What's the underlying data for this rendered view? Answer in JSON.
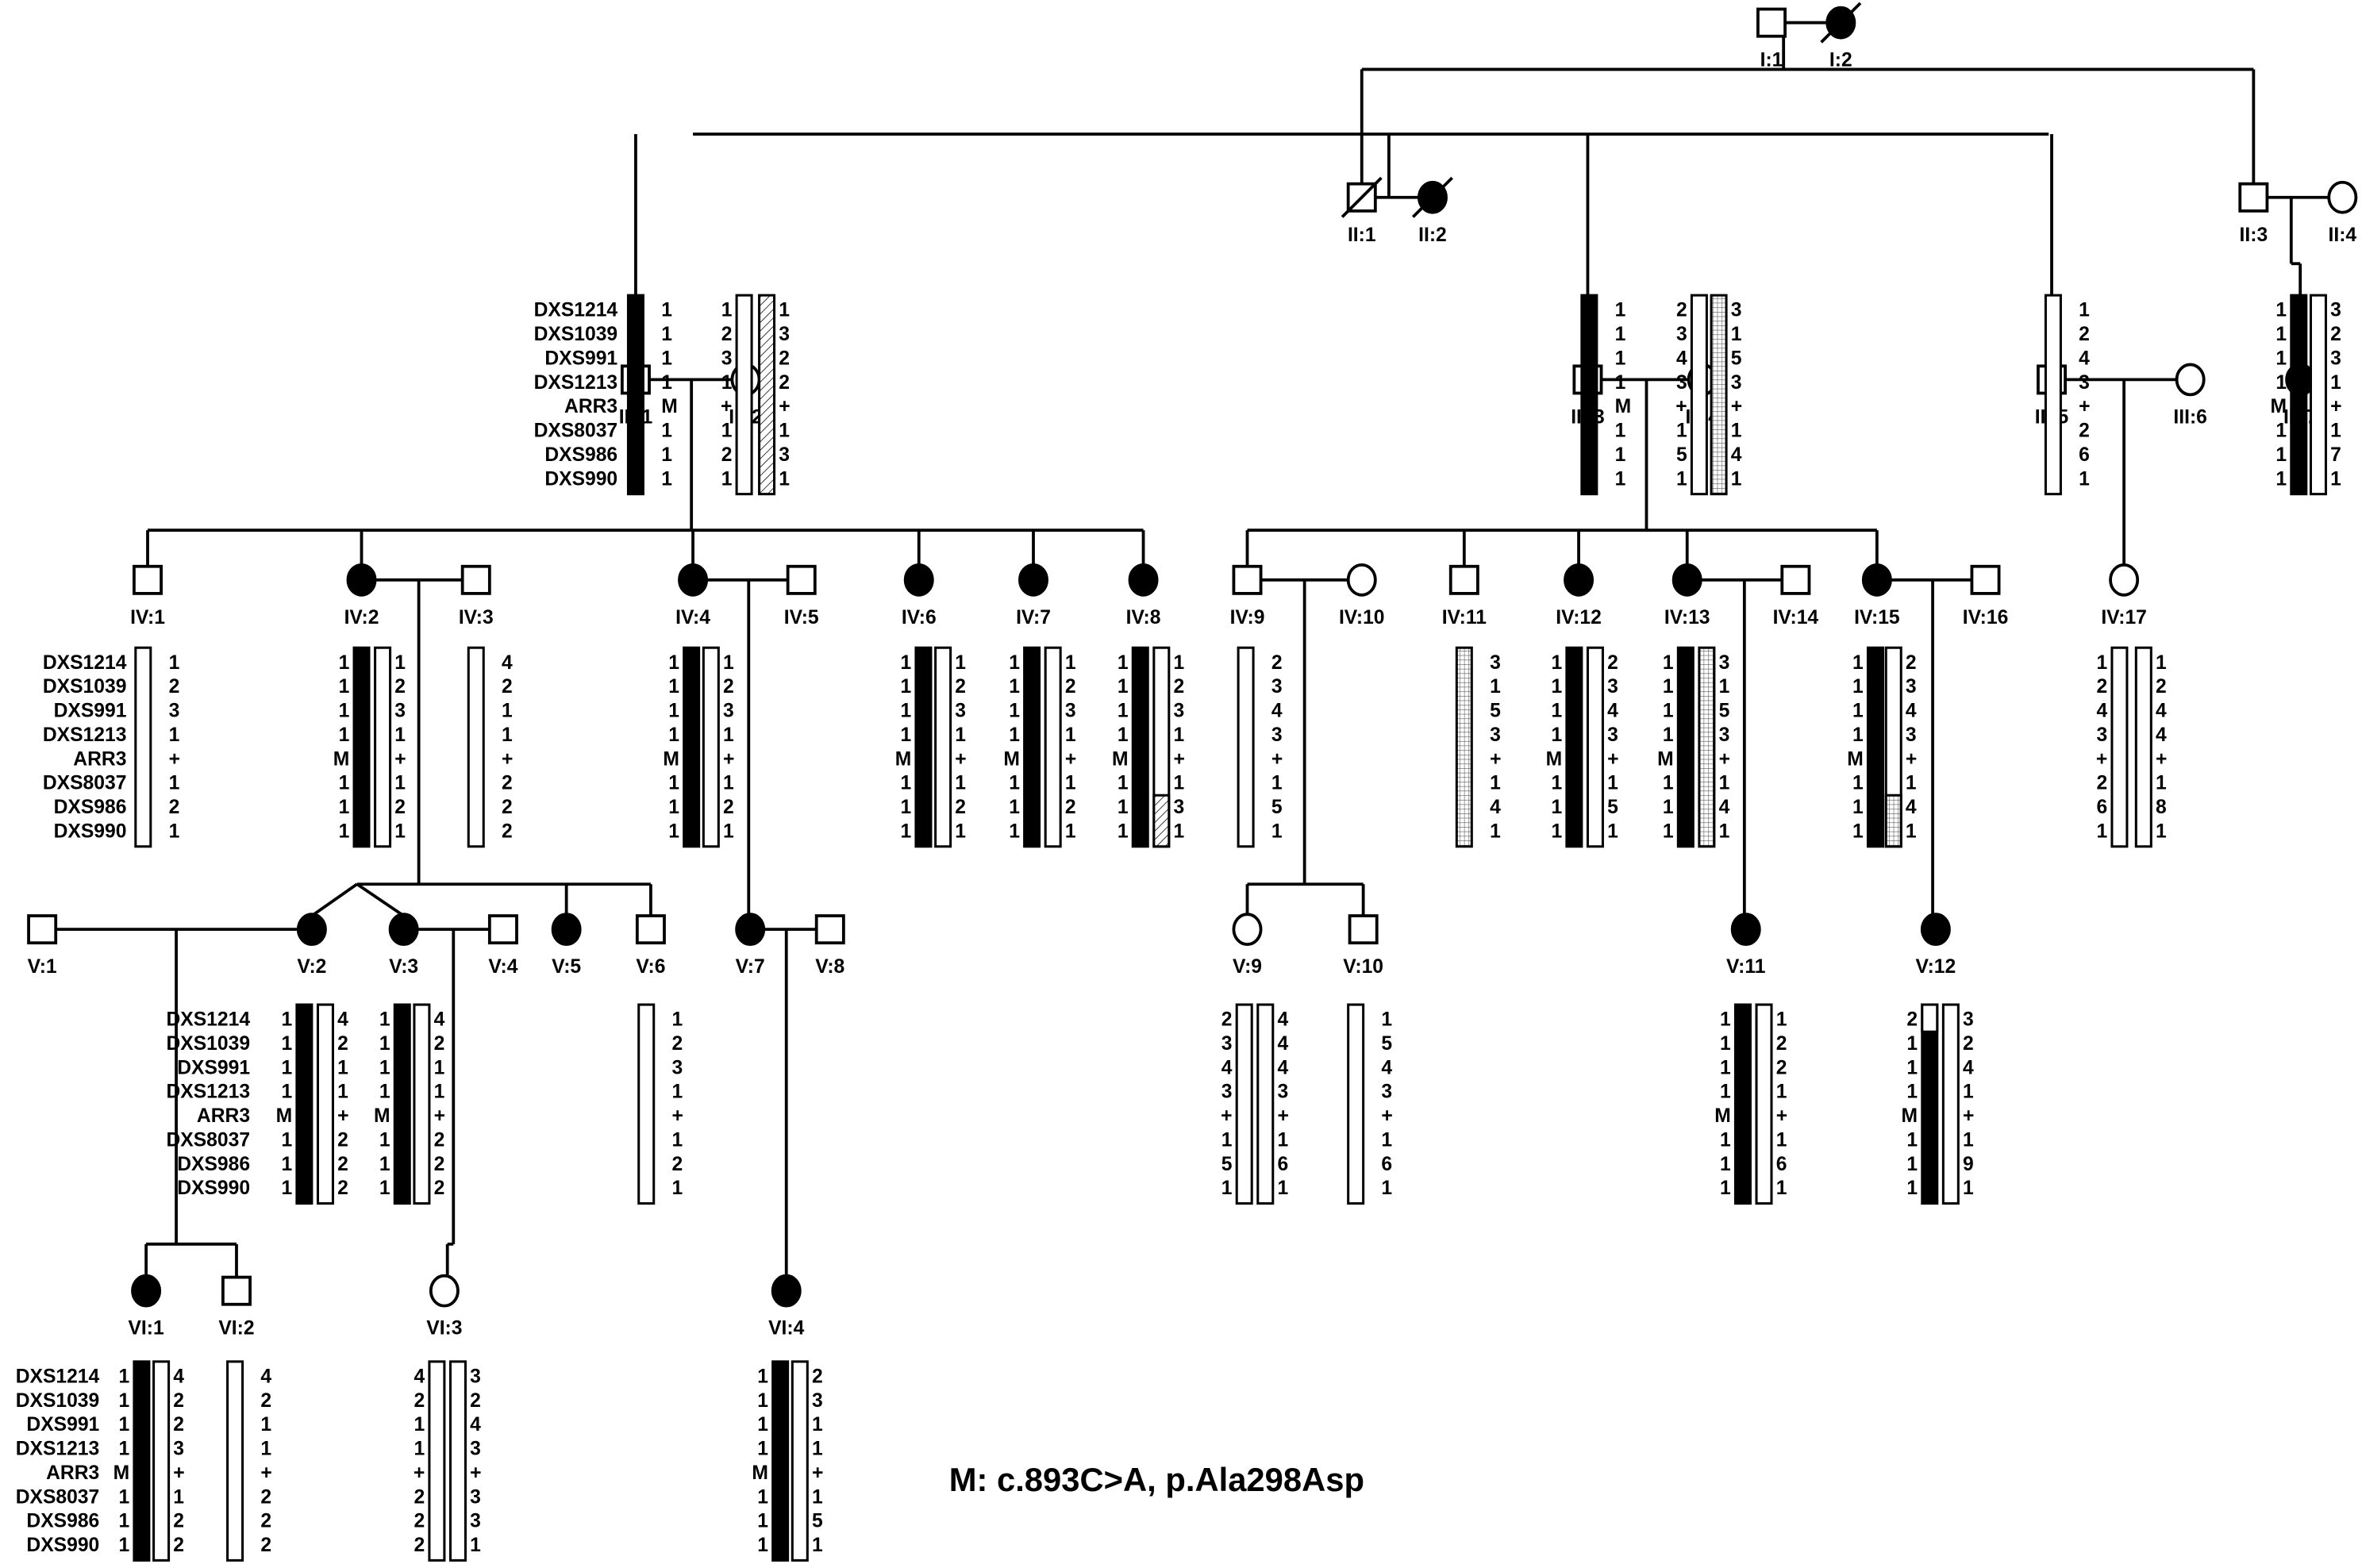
{
  "legend": "M: c.893C>A, p.Ala298Asp",
  "markers": [
    "DXS1214",
    "DXS1039",
    "DXS991",
    "DXS1213",
    "ARR3",
    "DXS8037",
    "DXS986",
    "DXS990"
  ],
  "colors": {
    "affected": "#000000",
    "unaffected": "#ffffff",
    "line": "#000000"
  },
  "individuals": {
    "I:1": {
      "sex": "male",
      "affected": false,
      "deceased": false
    },
    "I:2": {
      "sex": "female",
      "affected": true,
      "deceased": true
    },
    "II:1": {
      "sex": "male",
      "affected": false,
      "deceased": true
    },
    "II:2": {
      "sex": "female",
      "affected": true,
      "deceased": true
    },
    "II:3": {
      "sex": "male",
      "affected": false,
      "deceased": false
    },
    "II:4": {
      "sex": "female",
      "affected": false,
      "deceased": false
    },
    "III:1": {
      "sex": "male",
      "affected": false,
      "deceased": false
    },
    "III:2": {
      "sex": "female",
      "affected": false,
      "deceased": false
    },
    "III:3": {
      "sex": "male",
      "affected": false,
      "deceased": false
    },
    "III:4": {
      "sex": "female",
      "affected": false,
      "deceased": false
    },
    "III:5": {
      "sex": "male",
      "affected": false,
      "deceased": false
    },
    "III:6": {
      "sex": "female",
      "affected": false,
      "deceased": false
    },
    "III:7": {
      "sex": "female",
      "affected": true,
      "deceased": false
    },
    "IV:1": {
      "sex": "male",
      "affected": false
    },
    "IV:2": {
      "sex": "female",
      "affected": true
    },
    "IV:3": {
      "sex": "male",
      "affected": false
    },
    "IV:4": {
      "sex": "female",
      "affected": true
    },
    "IV:5": {
      "sex": "male",
      "affected": false
    },
    "IV:6": {
      "sex": "female",
      "affected": true
    },
    "IV:7": {
      "sex": "female",
      "affected": true
    },
    "IV:8": {
      "sex": "female",
      "affected": true
    },
    "IV:9": {
      "sex": "male",
      "affected": false
    },
    "IV:10": {
      "sex": "female",
      "affected": false
    },
    "IV:11": {
      "sex": "male",
      "affected": false
    },
    "IV:12": {
      "sex": "female",
      "affected": true
    },
    "IV:13": {
      "sex": "female",
      "affected": true
    },
    "IV:14": {
      "sex": "male",
      "affected": false
    },
    "IV:15": {
      "sex": "female",
      "affected": true
    },
    "IV:16": {
      "sex": "male",
      "affected": false
    },
    "IV:17": {
      "sex": "female",
      "affected": false
    },
    "V:1": {
      "sex": "male",
      "affected": false
    },
    "V:2": {
      "sex": "female",
      "affected": true
    },
    "V:3": {
      "sex": "female",
      "affected": true
    },
    "V:4": {
      "sex": "male",
      "affected": false
    },
    "V:5": {
      "sex": "female",
      "affected": true
    },
    "V:6": {
      "sex": "male",
      "affected": false
    },
    "V:7": {
      "sex": "female",
      "affected": true
    },
    "V:8": {
      "sex": "male",
      "affected": false
    },
    "V:9": {
      "sex": "female",
      "affected": false
    },
    "V:10": {
      "sex": "male",
      "affected": false
    },
    "V:11": {
      "sex": "female",
      "affected": true
    },
    "V:12": {
      "sex": "female",
      "affected": true
    },
    "VI:1": {
      "sex": "female",
      "affected": true
    },
    "VI:2": {
      "sex": "male",
      "affected": false
    },
    "VI:3": {
      "sex": "female",
      "affected": false
    },
    "VI:4": {
      "sex": "female",
      "affected": true
    }
  },
  "haplotypes": {
    "III:1": [
      {
        "alleles": [
          "1",
          "1",
          "1",
          "1",
          "M",
          "1",
          "1",
          "1"
        ],
        "pattern": "black"
      }
    ],
    "III:2": [
      {
        "alleles": [
          "1",
          "2",
          "3",
          "1",
          "+",
          "1",
          "2",
          "1"
        ],
        "pattern": "white"
      },
      {
        "alleles": [
          "1",
          "3",
          "2",
          "2",
          "+",
          "1",
          "3",
          "1"
        ],
        "pattern": "hatch"
      }
    ],
    "III:3": [
      {
        "alleles": [
          "1",
          "1",
          "1",
          "1",
          "M",
          "1",
          "1",
          "1"
        ],
        "pattern": "black"
      }
    ],
    "III:4": [
      {
        "alleles": [
          "2",
          "3",
          "4",
          "3",
          "+",
          "1",
          "5",
          "1"
        ],
        "pattern": "white"
      },
      {
        "alleles": [
          "3",
          "1",
          "5",
          "3",
          "+",
          "1",
          "4",
          "1"
        ],
        "pattern": "grid"
      }
    ],
    "III:5": [
      {
        "alleles": [
          "1",
          "2",
          "4",
          "3",
          "+",
          "2",
          "6",
          "1"
        ],
        "pattern": "white"
      }
    ],
    "III:7": [
      {
        "alleles": [
          "1",
          "1",
          "1",
          "1",
          "M",
          "1",
          "1",
          "1"
        ],
        "pattern": "black"
      },
      {
        "alleles": [
          "3",
          "2",
          "3",
          "1",
          "+",
          "1",
          "7",
          "1"
        ],
        "pattern": "white"
      }
    ],
    "IV:1": [
      {
        "alleles": [
          "1",
          "2",
          "3",
          "1",
          "+",
          "1",
          "2",
          "1"
        ],
        "pattern": "white"
      }
    ],
    "IV:2": [
      {
        "alleles": [
          "1",
          "1",
          "1",
          "1",
          "M",
          "1",
          "1",
          "1"
        ],
        "pattern": "black"
      },
      {
        "alleles": [
          "1",
          "2",
          "3",
          "1",
          "+",
          "1",
          "2",
          "1"
        ],
        "pattern": "white"
      }
    ],
    "IV:3": [
      {
        "alleles": [
          "4",
          "2",
          "1",
          "1",
          "+",
          "2",
          "2",
          "2"
        ],
        "pattern": "white"
      }
    ],
    "IV:4": [
      {
        "alleles": [
          "1",
          "1",
          "1",
          "1",
          "M",
          "1",
          "1",
          "1"
        ],
        "pattern": "black"
      },
      {
        "alleles": [
          "1",
          "2",
          "3",
          "1",
          "+",
          "1",
          "2",
          "1"
        ],
        "pattern": "white"
      }
    ],
    "IV:6": [
      {
        "alleles": [
          "1",
          "1",
          "1",
          "1",
          "M",
          "1",
          "1",
          "1"
        ],
        "pattern": "black"
      },
      {
        "alleles": [
          "1",
          "2",
          "3",
          "1",
          "+",
          "1",
          "2",
          "1"
        ],
        "pattern": "white"
      }
    ],
    "IV:7": [
      {
        "alleles": [
          "1",
          "1",
          "1",
          "1",
          "M",
          "1",
          "1",
          "1"
        ],
        "pattern": "black"
      },
      {
        "alleles": [
          "1",
          "2",
          "3",
          "1",
          "+",
          "1",
          "2",
          "1"
        ],
        "pattern": "white"
      }
    ],
    "IV:8": [
      {
        "alleles": [
          "1",
          "1",
          "1",
          "1",
          "M",
          "1",
          "1",
          "1"
        ],
        "pattern": "black"
      },
      {
        "alleles": [
          "1",
          "2",
          "3",
          "1",
          "+",
          "1",
          "3",
          "1"
        ],
        "pattern": "white",
        "recombinant_from": 6,
        "recombinant_pattern": "hatch"
      }
    ],
    "IV:9": [
      {
        "alleles": [
          "2",
          "3",
          "4",
          "3",
          "+",
          "1",
          "5",
          "1"
        ],
        "pattern": "white"
      }
    ],
    "IV:11": [
      {
        "alleles": [
          "3",
          "1",
          "5",
          "3",
          "+",
          "1",
          "4",
          "1"
        ],
        "pattern": "grid"
      }
    ],
    "IV:12": [
      {
        "alleles": [
          "1",
          "1",
          "1",
          "1",
          "M",
          "1",
          "1",
          "1"
        ],
        "pattern": "black"
      },
      {
        "alleles": [
          "2",
          "3",
          "4",
          "3",
          "+",
          "1",
          "5",
          "1"
        ],
        "pattern": "white"
      }
    ],
    "IV:13": [
      {
        "alleles": [
          "1",
          "1",
          "1",
          "1",
          "M",
          "1",
          "1",
          "1"
        ],
        "pattern": "black"
      },
      {
        "alleles": [
          "3",
          "1",
          "5",
          "3",
          "+",
          "1",
          "4",
          "1"
        ],
        "pattern": "grid"
      }
    ],
    "IV:15": [
      {
        "alleles": [
          "1",
          "1",
          "1",
          "1",
          "M",
          "1",
          "1",
          "1"
        ],
        "pattern": "black"
      },
      {
        "alleles": [
          "2",
          "3",
          "4",
          "3",
          "+",
          "1",
          "4",
          "1"
        ],
        "pattern": "white",
        "recombinant_from": 6,
        "recombinant_pattern": "grid"
      }
    ],
    "IV:17": [
      {
        "alleles": [
          "1",
          "2",
          "4",
          "3",
          "+",
          "2",
          "6",
          "1"
        ],
        "pattern": "white"
      },
      {
        "alleles": [
          "1",
          "2",
          "4",
          "4",
          "+",
          "1",
          "8",
          "1"
        ],
        "pattern": "white"
      }
    ],
    "V:2": [
      {
        "alleles": [
          "1",
          "1",
          "1",
          "1",
          "M",
          "1",
          "1",
          "1"
        ],
        "pattern": "black"
      },
      {
        "alleles": [
          "4",
          "2",
          "1",
          "1",
          "+",
          "2",
          "2",
          "2"
        ],
        "pattern": "white"
      }
    ],
    "V:3": [
      {
        "alleles": [
          "1",
          "1",
          "1",
          "1",
          "M",
          "1",
          "1",
          "1"
        ],
        "pattern": "black"
      },
      {
        "alleles": [
          "4",
          "2",
          "1",
          "1",
          "+",
          "2",
          "2",
          "2"
        ],
        "pattern": "white"
      }
    ],
    "V:6": [
      {
        "alleles": [
          "1",
          "2",
          "3",
          "1",
          "+",
          "1",
          "2",
          "1"
        ],
        "pattern": "white"
      }
    ],
    "V:9": [
      {
        "alleles": [
          "2",
          "3",
          "4",
          "3",
          "+",
          "1",
          "5",
          "1"
        ],
        "pattern": "white"
      },
      {
        "alleles": [
          "4",
          "4",
          "4",
          "3",
          "+",
          "1",
          "6",
          "1"
        ],
        "pattern": "white"
      }
    ],
    "V:10": [
      {
        "alleles": [
          "1",
          "5",
          "4",
          "3",
          "+",
          "1",
          "6",
          "1"
        ],
        "pattern": "white"
      }
    ],
    "V:11": [
      {
        "alleles": [
          "1",
          "1",
          "1",
          "1",
          "M",
          "1",
          "1",
          "1"
        ],
        "pattern": "black"
      },
      {
        "alleles": [
          "1",
          "2",
          "2",
          "1",
          "+",
          "1",
          "6",
          "1"
        ],
        "pattern": "white"
      }
    ],
    "V:12": [
      {
        "alleles": [
          "2",
          "1",
          "1",
          "1",
          "M",
          "1",
          "1",
          "1"
        ],
        "pattern": "black",
        "recombinant_to": 1,
        "recombinant_pattern": "white"
      },
      {
        "alleles": [
          "3",
          "2",
          "4",
          "1",
          "+",
          "1",
          "9",
          "1"
        ],
        "pattern": "white"
      }
    ],
    "VI:1": [
      {
        "alleles": [
          "1",
          "1",
          "1",
          "1",
          "M",
          "1",
          "1",
          "1"
        ],
        "pattern": "black"
      },
      {
        "alleles": [
          "4",
          "2",
          "2",
          "3",
          "+",
          "1",
          "2",
          "2"
        ],
        "pattern": "white"
      }
    ],
    "VI:2": [
      {
        "alleles": [
          "4",
          "2",
          "1",
          "1",
          "+",
          "2",
          "2",
          "2"
        ],
        "pattern": "white"
      }
    ],
    "VI:3": [
      {
        "alleles": [
          "4",
          "2",
          "1",
          "1",
          "+",
          "2",
          "2",
          "2"
        ],
        "pattern": "white"
      },
      {
        "alleles": [
          "3",
          "2",
          "4",
          "3",
          "+",
          "3",
          "3",
          "1"
        ],
        "pattern": "white"
      }
    ],
    "VI:4": [
      {
        "alleles": [
          "1",
          "1",
          "1",
          "1",
          "M",
          "1",
          "1",
          "1"
        ],
        "pattern": "black"
      },
      {
        "alleles": [
          "2",
          "3",
          "1",
          "1",
          "+",
          "1",
          "5",
          "1"
        ],
        "pattern": "white"
      }
    ]
  }
}
